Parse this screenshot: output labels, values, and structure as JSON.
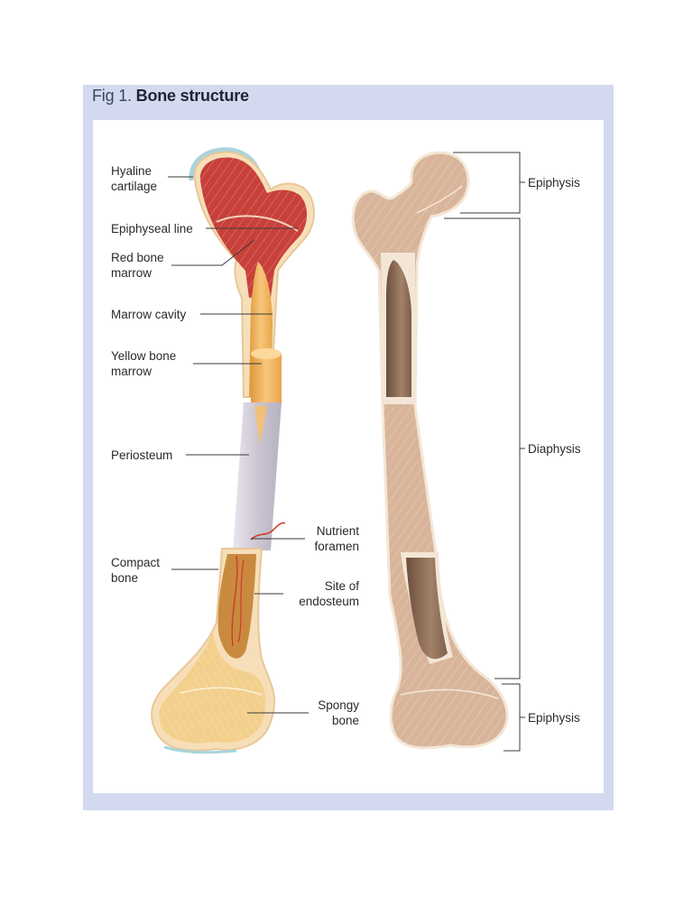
{
  "figure": {
    "number_label": "Fig 1.",
    "title": "Bone structure"
  },
  "labels": {
    "hyaline_cartilage": "Hyaline\ncartilage",
    "epiphyseal_line": "Epiphyseal line",
    "red_bone_marrow": "Red bone\nmarrow",
    "marrow_cavity": "Marrow cavity",
    "yellow_bone_marrow": "Yellow bone\nmarrow",
    "periosteum": "Periosteum",
    "nutrient_foramen": "Nutrient\nforamen",
    "compact_bone": "Compact\nbone",
    "site_of_endosteum": "Site of\nendosteum",
    "spongy_bone": "Spongy\nbone",
    "epiphysis_top": "Epiphysis",
    "diaphysis": "Diaphysis",
    "epiphysis_bottom": "Epiphysis"
  },
  "colors": {
    "panel": "#d3daf0",
    "red_marrow": "#c8403a",
    "yellow_marrow": "#f2b45c",
    "compact_bone": "#f6dfb8",
    "spongy_bone": "#f3cf8c",
    "periosteum": "#d2cfd8",
    "whole_bone": "#d8b59a",
    "cavity": "#8a6650"
  }
}
